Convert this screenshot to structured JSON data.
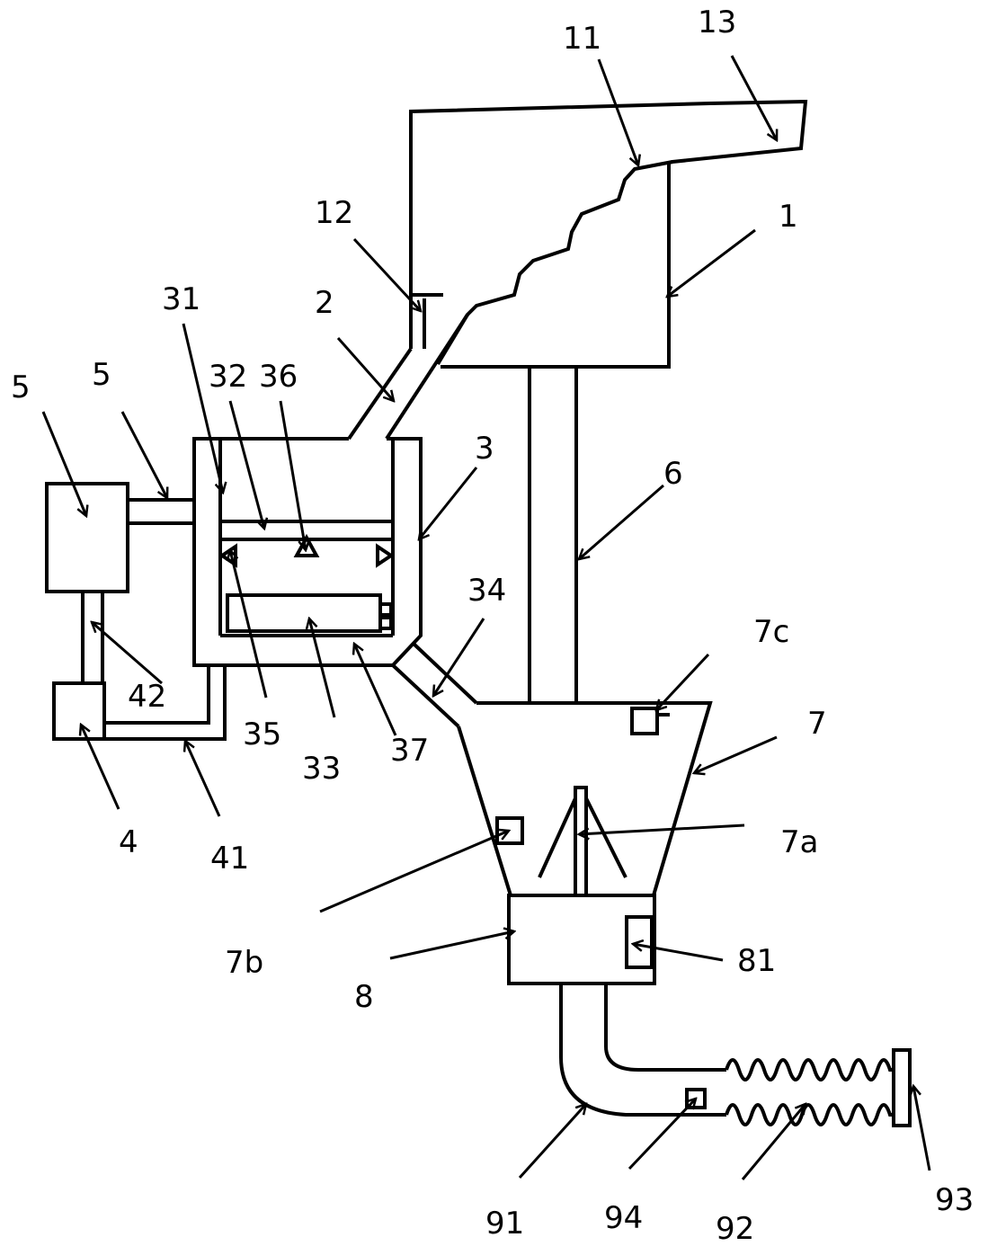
{
  "labels": {
    "l1": "1",
    "l11": "11",
    "l12": "12",
    "l13": "13",
    "l2": "2",
    "l3": "3",
    "l31": "31",
    "l32": "32",
    "l33": "33",
    "l34": "34",
    "l35": "35",
    "l36": "36",
    "l37": "37",
    "l4": "4",
    "l41": "41",
    "l42": "42",
    "l5a": "5",
    "l5b": "5",
    "l6": "6",
    "l7": "7",
    "l7a": "7a",
    "l7b": "7b",
    "l7c": "7c",
    "l8": "8",
    "l81": "81",
    "l91": "91",
    "l92": "92",
    "l93": "93",
    "l94": "94"
  }
}
